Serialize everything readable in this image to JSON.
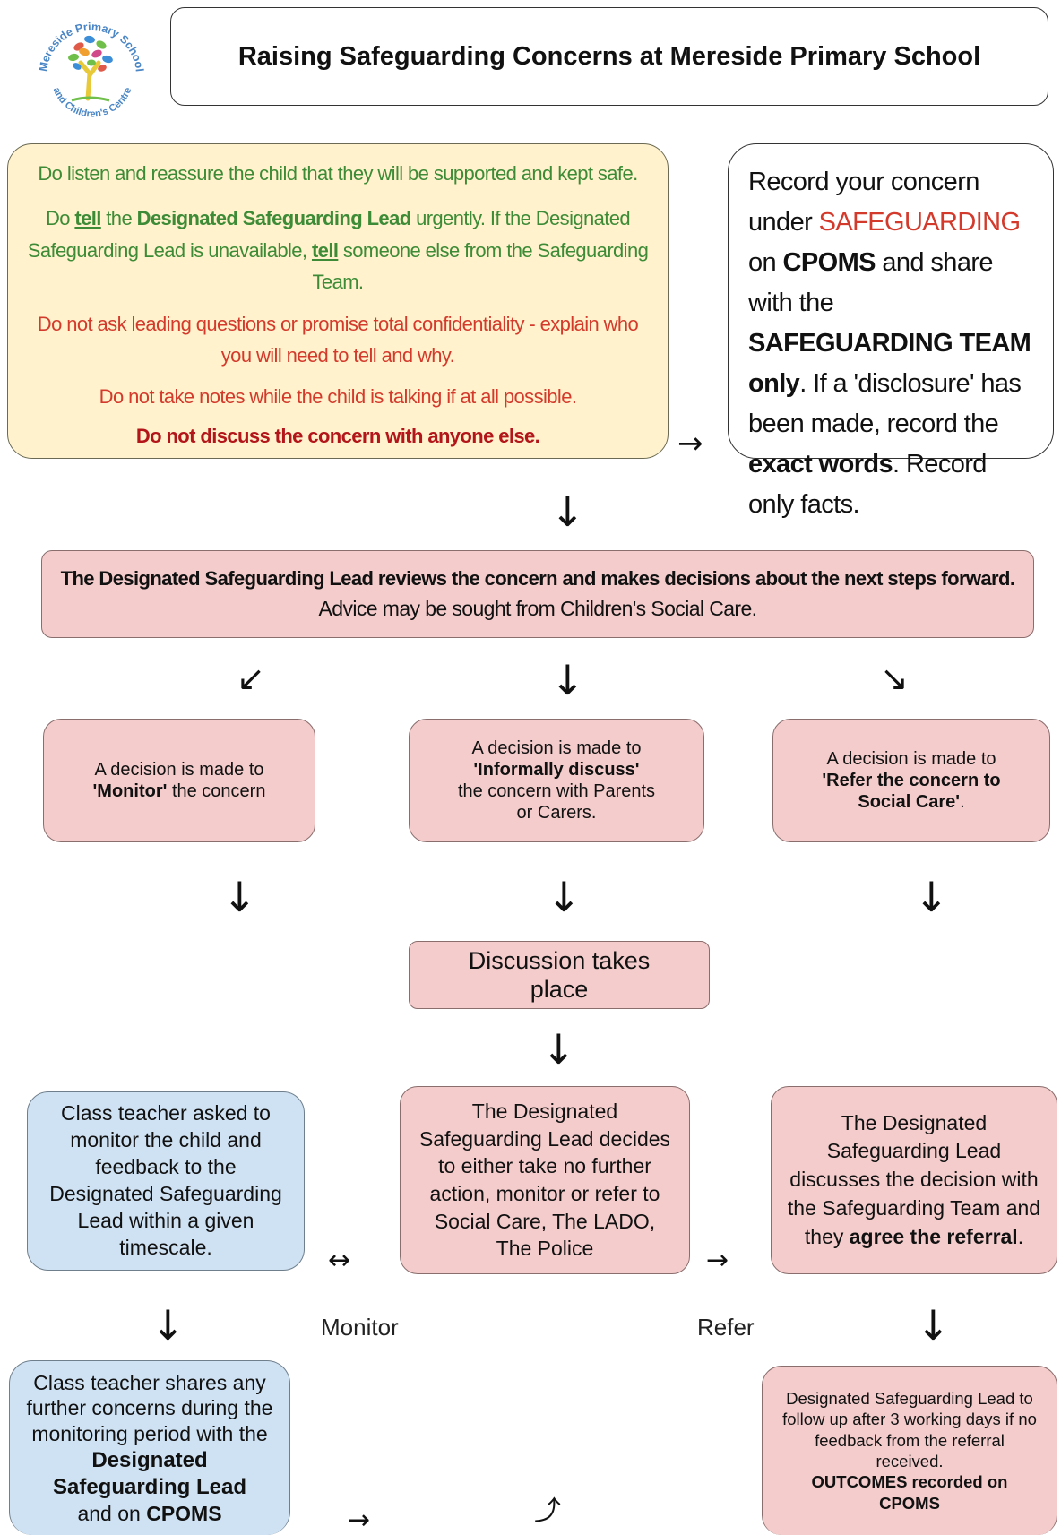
{
  "logo": {
    "top_text": "Mereside Primary School",
    "bottom_text": "and Children's Centre"
  },
  "title": "Raising Safeguarding Concerns at Mereside Primary School",
  "guidance": {
    "line1": "Do listen and reassure the child that they will be supported and kept safe.",
    "line2_do": "Do",
    "line2_tell": "tell",
    "line2_the": "the",
    "line2_dsl": "Designated Safeguarding Lead",
    "line2_rest": "urgently. If the Designated Safeguarding Lead is unavailable,",
    "line2_tell2": "tell",
    "line2_end": "someone else from the Safeguarding Team.",
    "line3": "Do not ask leading questions or promise total confidentiality - explain who you will need to tell and why.",
    "line4": "Do not take notes while the child is talking if at all possible.",
    "line5": "Do not discuss the concern with anyone else."
  },
  "record": {
    "p1": "Record your concern under",
    "safeguarding": "SAFEGUARDING",
    "on": "on",
    "cpoms": "CPOMS",
    "p2": "and share with the",
    "team": "SAFEGUARDING TEAM",
    "only": "only",
    "p3": ". If a 'disclosure' has been made, record the",
    "exact": "exact words",
    "p4": ". Record only facts."
  },
  "review": {
    "bold": "The Designated Safeguarding Lead reviews the concern and makes decisions about the next steps forward.",
    "normal": "Advice may be sought from Children's Social Care."
  },
  "decisions": {
    "monitor_pre": "A decision is made to",
    "monitor_bold": "'Monitor'",
    "monitor_post": "the concern",
    "discuss_pre": "A decision is made to",
    "discuss_bold": "'Informally discuss'",
    "discuss_post": "the concern with Parents or Carers.",
    "refer_pre": "A decision is made to",
    "refer_bold": "'Refer the concern to Social Care'",
    "refer_post": "."
  },
  "discussion": "Discussion takes place",
  "class_teacher": "Class teacher asked to monitor the child and feedback to the Designated Safeguarding Lead within a given timescale.",
  "dsl_decides": "The Designated Safeguarding Lead decides to either take no further action, monitor or refer to Social Care, The LADO, The Police",
  "dsl_discusses_pre": "The Designated Safeguarding Lead discusses the decision with the Safeguarding Team and they",
  "dsl_discusses_bold": "agree the referral",
  "dsl_discusses_post": ".",
  "monitor_label": "Monitor",
  "refer_label": "Refer",
  "teacher_shares_pre": "Class teacher shares any further concerns during the monitoring period with the",
  "teacher_shares_bold1": "Designated Safeguarding Lead",
  "teacher_shares_mid": "and on",
  "teacher_shares_bold2": "CPOMS",
  "followup_pre": "Designated Safeguarding Lead to follow up after 3 working days if no feedback from the referral received.",
  "followup_bold": "OUTCOMES recorded on CPOMS",
  "arrows": {
    "right": "→",
    "down": "↓",
    "down_left": "↙",
    "down_right": "↘",
    "both": "↔",
    "curve_up": "⤴"
  },
  "colors": {
    "pink": "#f4cccc",
    "blue": "#cfe2f3",
    "yellow": "#fff2cc",
    "green_text": "#3d8b37",
    "red_text": "#d33a2c"
  }
}
